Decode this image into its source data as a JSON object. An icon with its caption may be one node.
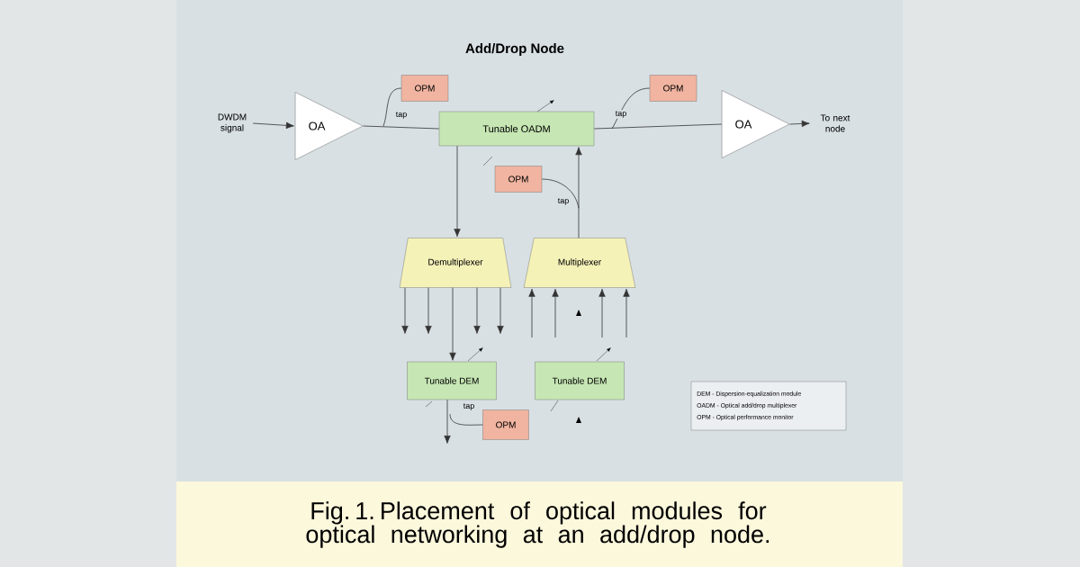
{
  "diagram": {
    "title": "Add/Drop Node",
    "caption": "Fig. 1. Placement of optical modules for optical networking at an add/drop node.",
    "nodes": [
      {
        "text": [
          "DWDM signal"
        ]
      },
      {
        "text": [
          "OA"
        ]
      },
      {
        "text": [
          "OPM"
        ]
      },
      {
        "text": [
          "Tunable OADM"
        ]
      },
      {
        "text": [
          "OPM"
        ]
      },
      {
        "text": [
          "OA"
        ]
      },
      {
        "text": [
          "To next node"
        ]
      },
      {
        "text": [
          "OPM"
        ]
      },
      {
        "text": [
          "Demultiplexer"
        ]
      },
      {
        "text": [
          "Multiplexer"
        ]
      },
      {
        "text": [
          "Tunable DEM"
        ]
      },
      {
        "text": [
          "Tunable DEM"
        ]
      },
      {
        "text": [
          "OPM"
        ]
      }
    ],
    "edges": [
      {
        "from": 0,
        "to": 1,
        "arrow": "to"
      },
      {
        "from": 1,
        "to": 3,
        "arrow": "none"
      },
      {
        "from": 3,
        "to": 5,
        "arrow": "none"
      },
      {
        "from": 5,
        "to": 6,
        "arrow": "to"
      },
      {
        "from": 1,
        "to": 2,
        "arrow": "none",
        "label": "tap"
      },
      {
        "from": 3,
        "to": 4,
        "arrow": "none",
        "label": "tap"
      },
      {
        "from": 3,
        "to": 8,
        "arrow": "to"
      },
      {
        "from": 9,
        "to": 3,
        "arrow": "to"
      },
      {
        "from": 9,
        "to": 7,
        "arrow": "none",
        "label": "tap"
      },
      {
        "from": 8,
        "to": null,
        "arrow": "to"
      },
      {
        "from": 8,
        "to": null,
        "arrow": "to"
      },
      {
        "from": 8,
        "to": null,
        "arrow": "to"
      },
      {
        "from": 8,
        "to": null,
        "arrow": "to"
      },
      {
        "from": 8,
        "to": 10,
        "arrow": "to"
      },
      {
        "from": null,
        "to": 9,
        "arrow": "to"
      },
      {
        "from": null,
        "to": 9,
        "arrow": "to"
      },
      {
        "from": null,
        "to": 9,
        "arrow": "to"
      },
      {
        "from": null,
        "to": 9,
        "arrow": "to"
      },
      {
        "from": 10,
        "to": null,
        "arrow": "to"
      },
      {
        "from": 10,
        "to": 12,
        "arrow": "none",
        "label": "tap"
      }
    ],
    "labels": [
      "DEM - Dispersion-equalization module",
      "OADM - Optical add/drop multiplexer",
      "OPM - Optical performance monitor"
    ]
  }
}
